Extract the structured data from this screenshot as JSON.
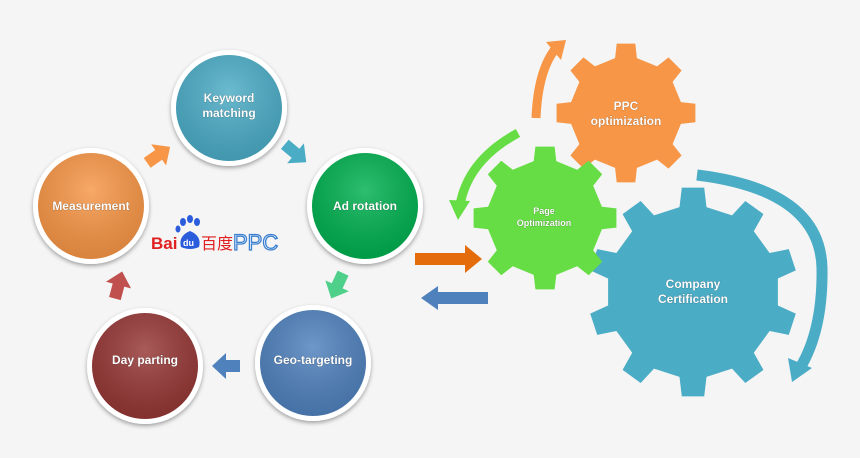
{
  "cycle": {
    "keyword": {
      "line1": "Keyword",
      "line2": "matching",
      "color": "#4bacc6"
    },
    "ad_rotation": {
      "label": "Ad rotation",
      "color": "#00b050"
    },
    "geo": {
      "label": "Geo-targeting",
      "color": "#4f81bd"
    },
    "day": {
      "label": "Day parting",
      "color": "#953735"
    },
    "measurement": {
      "label": "Measurement",
      "color": "#f79646"
    }
  },
  "logo": {
    "bai": "Bai",
    "du": "du",
    "chinese": "百度",
    "ppc": "PPC"
  },
  "gears": {
    "ppc": {
      "line1": "PPC",
      "line2": "optimization",
      "color": "#f79646"
    },
    "page": {
      "line1": "Page",
      "line2": "Optimization",
      "color": "#66dd44"
    },
    "company": {
      "line1": "Company",
      "line2": "Certification",
      "color": "#4bacc6"
    }
  },
  "colors": {
    "arrow_orange": "#e46c0a",
    "arrow_blue": "#4f81bd",
    "arrow_teal": "#4bacc6",
    "arrow_green": "#66dd44",
    "arrow_light_orange": "#f79646",
    "arrow_mint": "#4fd08a",
    "arrow_red": "#c0504d"
  }
}
